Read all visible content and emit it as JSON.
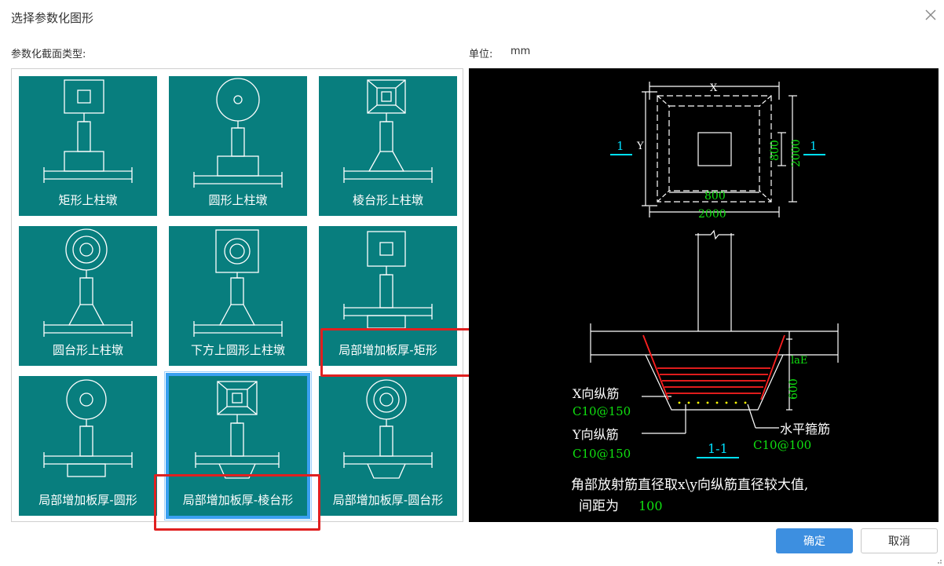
{
  "dialog": {
    "title": "选择参数化图形",
    "section_label": "参数化截面类型:",
    "unit_label": "单位:",
    "unit_value": "mm"
  },
  "shapes": [
    {
      "label": "矩形上柱墩",
      "icon": "rect-upper-pier-icon"
    },
    {
      "label": "圆形上柱墩",
      "icon": "circle-upper-pier-icon"
    },
    {
      "label": "棱台形上柱墩",
      "icon": "frustum-upper-pier-icon"
    },
    {
      "label": "圆台形上柱墩",
      "icon": "round-frustum-upper-pier-icon"
    },
    {
      "label": "下方上圆形上柱墩",
      "icon": "square-circle-upper-pier-icon"
    },
    {
      "label": "局部增加板厚-矩形",
      "icon": "local-thicken-rect-icon"
    },
    {
      "label": "局部增加板厚-圆形",
      "icon": "local-thicken-circle-icon"
    },
    {
      "label": "局部增加板厚-棱台形",
      "icon": "local-thicken-frustum-icon"
    },
    {
      "label": "局部增加板厚-圆台形",
      "icon": "local-thicken-round-frustum-icon"
    }
  ],
  "selected_index": 7,
  "preview": {
    "dim_x": "X",
    "dim_y": "Y",
    "section_mark": "1",
    "dim_800": "800",
    "dim_2000": "2000",
    "dim_lae": "laE",
    "dim_600": "600",
    "x_rebar_label": "X向纵筋",
    "x_rebar_spec": "C10@150",
    "y_rebar_label": "Y向纵筋",
    "y_rebar_spec": "C10@150",
    "section_title": "1-1",
    "hoop_label": "水平箍筋",
    "hoop_spec": "C10@100",
    "note_line1": "角部放射筋直径取x\\y向纵筋直径较大值,",
    "note_line2_prefix": "间距为",
    "note_spacing": "100"
  },
  "buttons": {
    "ok": "确定",
    "cancel": "取消"
  },
  "colors": {
    "tile": "#087e7e",
    "selection": "#3aa0f0",
    "highlight": "#e02020",
    "primary_button": "#3d8fe0",
    "cad_green": "#10e010",
    "cad_cyan": "#00e0ff",
    "cad_red": "#ff2020"
  }
}
